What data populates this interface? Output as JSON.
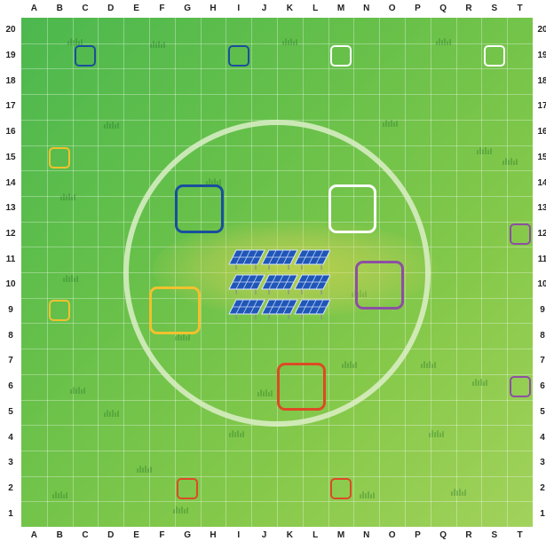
{
  "board": {
    "columns": [
      "A",
      "B",
      "C",
      "D",
      "E",
      "F",
      "G",
      "H",
      "I",
      "J",
      "K",
      "L",
      "M",
      "N",
      "O",
      "P",
      "Q",
      "R",
      "S",
      "T"
    ],
    "rows": [
      "20",
      "19",
      "18",
      "17",
      "16",
      "15",
      "14",
      "13",
      "12",
      "11",
      "10",
      "9",
      "8",
      "7",
      "6",
      "5",
      "4",
      "3",
      "2",
      "1"
    ]
  },
  "colors": {
    "blue": "#1a4f9c",
    "white": "#ffffff",
    "yellow": "#f2c12e",
    "purple": "#8d4fa3",
    "red": "#dc4a25",
    "ring": "#e1f0cd",
    "panel": "#1f56b8"
  },
  "objective": {
    "type": "solar-panel-array",
    "cells": "I-L 9-11"
  },
  "markers": [
    {
      "color": "blue",
      "cell": "C19"
    },
    {
      "color": "blue",
      "cell": "I19"
    },
    {
      "color": "white",
      "cell": "M19"
    },
    {
      "color": "white",
      "cell": "S19"
    },
    {
      "color": "yellow",
      "cell": "B15"
    },
    {
      "color": "blue",
      "cell": "G13"
    },
    {
      "color": "white",
      "cell": "M13"
    },
    {
      "color": "purple",
      "cell": "T12"
    },
    {
      "color": "purple",
      "cell": "N10"
    },
    {
      "color": "yellow",
      "cell": "F9"
    },
    {
      "color": "yellow",
      "cell": "B9"
    },
    {
      "color": "red",
      "cell": "K6"
    },
    {
      "color": "purple",
      "cell": "T6"
    },
    {
      "color": "red",
      "cell": "G2"
    },
    {
      "color": "red",
      "cell": "M2"
    }
  ]
}
